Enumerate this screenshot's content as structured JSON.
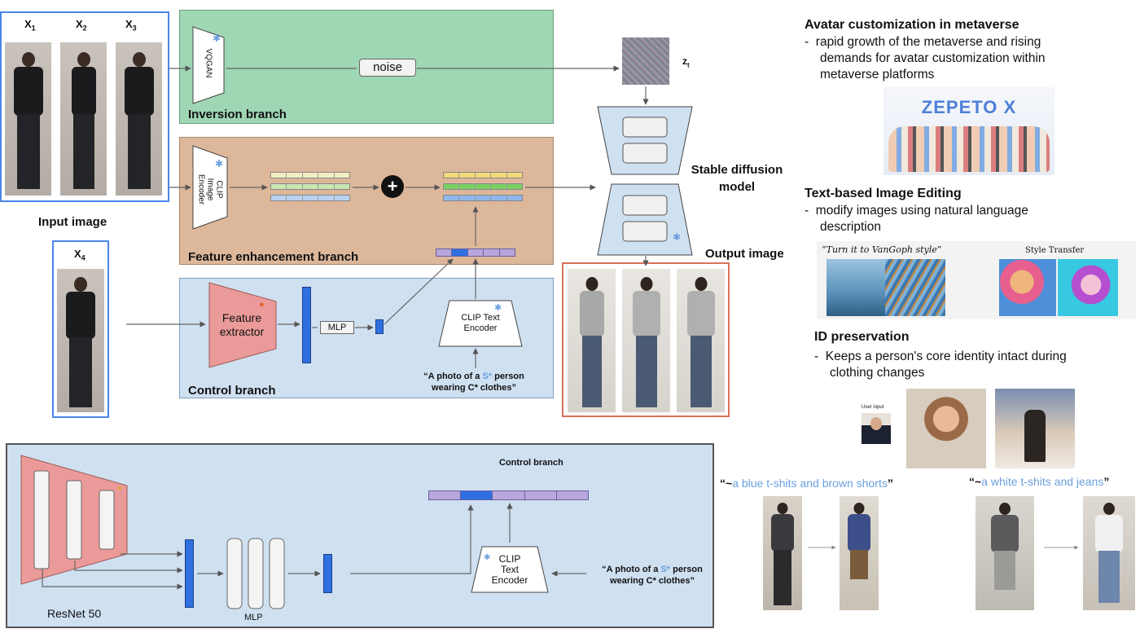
{
  "pipeline": {
    "input_labels": [
      "X",
      "X",
      "X"
    ],
    "input_subscripts": [
      "1",
      "2",
      "3"
    ],
    "x4_label": "X",
    "x4_subscript": "4",
    "input_image_label": "Input image",
    "inversion": {
      "encoder": "VQGAN",
      "noise": "noise",
      "branch_label": "Inversion branch"
    },
    "z_label": "z",
    "z_subscript": "t",
    "feature": {
      "encoder_line1": "CLIP",
      "encoder_line2": "Image",
      "encoder_line3": "Encoder",
      "branch_label": "Feature enhancement branch"
    },
    "control": {
      "extractor_line1": "Feature",
      "extractor_line2": "extractor",
      "mlp": "MLP",
      "text_encoder_line1": "CLIP Text",
      "text_encoder_line2": "Encoder",
      "prompt_pre": "“A photo of a ",
      "prompt_s": "S*",
      "prompt_post": " person",
      "prompt_line2": "wearing C* clothes”",
      "branch_label": "Control branch"
    },
    "stable_diffusion_line1": "Stable diffusion",
    "stable_diffusion_line2": "model",
    "output_image_label": "Output image"
  },
  "detail": {
    "title": "Control branch",
    "backbone": "ResNet 50",
    "mlp": "MLP",
    "text_encoder_line1": "CLIP",
    "text_encoder_line2": "Text",
    "text_encoder_line3": "Encoder",
    "prompt_pre": "“A photo of a ",
    "prompt_s": "S*",
    "prompt_post": " person",
    "prompt_line2": "wearing C* clothes”"
  },
  "notes": [
    {
      "heading": "Avatar customization in metaverse",
      "bullet": "rapid growth of the metaverse and rising demands for avatar customization within metaverse platforms",
      "bullet_lines": [
        "rapid growth of the metaverse and rising",
        "demands for avatar customization within",
        "metaverse platforms"
      ]
    },
    {
      "heading": "Text-based Image Editing",
      "bullet_lines": [
        "modify images using natural language",
        "description"
      ]
    },
    {
      "heading": "ID preservation",
      "bullet_lines": [
        "Keeps a person's core identity intact during",
        "clothing changes"
      ]
    }
  ],
  "zepeto_logo": "ZEPETO X",
  "editing_examples": {
    "prompt": "“Turn it to VanGoph style”",
    "style_title": "Style Transfer"
  },
  "id_example": {
    "user_input": "User input"
  },
  "clothing_examples": [
    {
      "prefix": "“~",
      "text": "a blue t-shits and brown shorts",
      "suffix": "”"
    },
    {
      "prefix": "“~",
      "text": "a white t-shits and jeans",
      "suffix": "”"
    }
  ],
  "colors": {
    "inversion_bg": "#9fd6b4",
    "feature_bg": "#ddb79a",
    "control_bg": "#cfe0f1",
    "detail_bg": "#cfe0f1",
    "extractor_red": "#ea9a98",
    "accent_blue": "#2f6fe0",
    "prompt_blue": "#6ba0df",
    "input_border": "#4a86e8",
    "output_border": "#d9705a"
  }
}
